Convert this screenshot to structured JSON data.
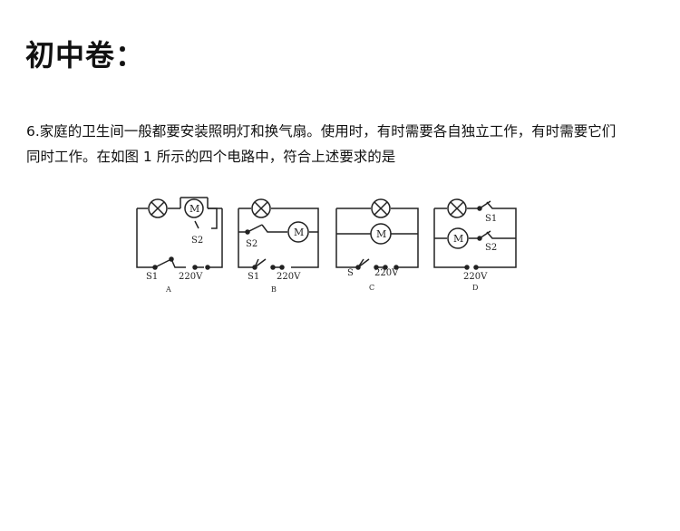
{
  "heading": "初中卷：",
  "question": {
    "line1": "6.家庭的卫生间一般都要安装照明灯和换气扇。使用时，有时需要各自独立工作，有时需要它们",
    "line2": "同时工作。在如图 1 所示的四个电路中，符合上述要求的是"
  },
  "figure": {
    "circuits": [
      {
        "option": "A",
        "motor": "M",
        "switches": [
          "S1",
          "S2"
        ],
        "supply": "220V"
      },
      {
        "option": "B",
        "motor": "M",
        "switches": [
          "S1",
          "S2"
        ],
        "supply": "220V"
      },
      {
        "option": "C",
        "motor": "M",
        "switches": [
          "S"
        ],
        "supply": "220V"
      },
      {
        "option": "D",
        "motor": "M",
        "switches": [
          "S1",
          "S2"
        ],
        "supply": "220V"
      }
    ]
  }
}
